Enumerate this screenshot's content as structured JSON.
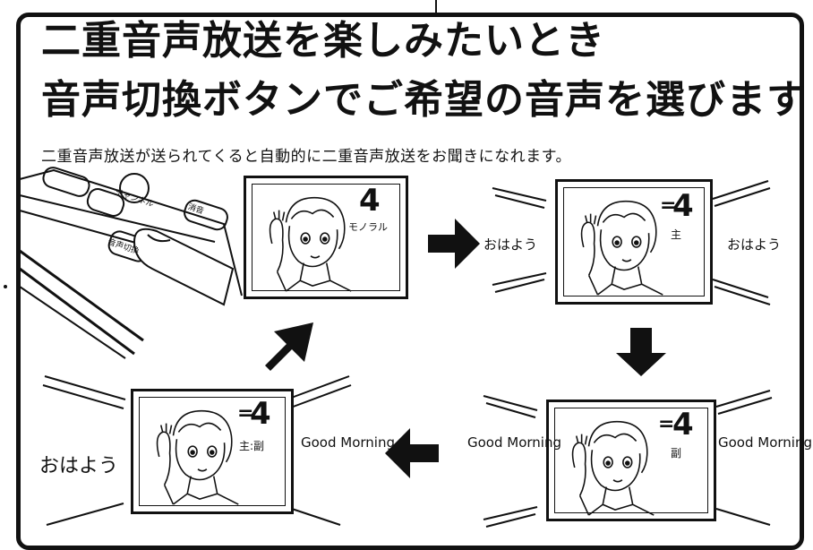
{
  "heading": {
    "line1": "二重音声放送を楽しみたいとき",
    "line2": "音声切換ボタンでご希望の音声を選びます"
  },
  "intro": "二重音声放送が送られてくると自動的に二重音声放送をお聞きになれます。",
  "remote": {
    "label_channel": "チャンネル",
    "label_audio": "音声切換",
    "label_mute": "消音"
  },
  "panels": {
    "mono": {
      "channel": "4",
      "mode": "モノラル"
    },
    "main": {
      "channel": "4",
      "prefix": "=",
      "mode": "主",
      "left_word": "おはよう",
      "right_word": "おはよう"
    },
    "sub": {
      "channel": "4",
      "prefix": "=",
      "mode": "副",
      "left_word": "Good Morning",
      "right_word": "Good Morning"
    },
    "both": {
      "channel": "4",
      "prefix": "=",
      "mode": "主:副",
      "left_word": "おはよう",
      "right_word": "Good Morning"
    }
  }
}
